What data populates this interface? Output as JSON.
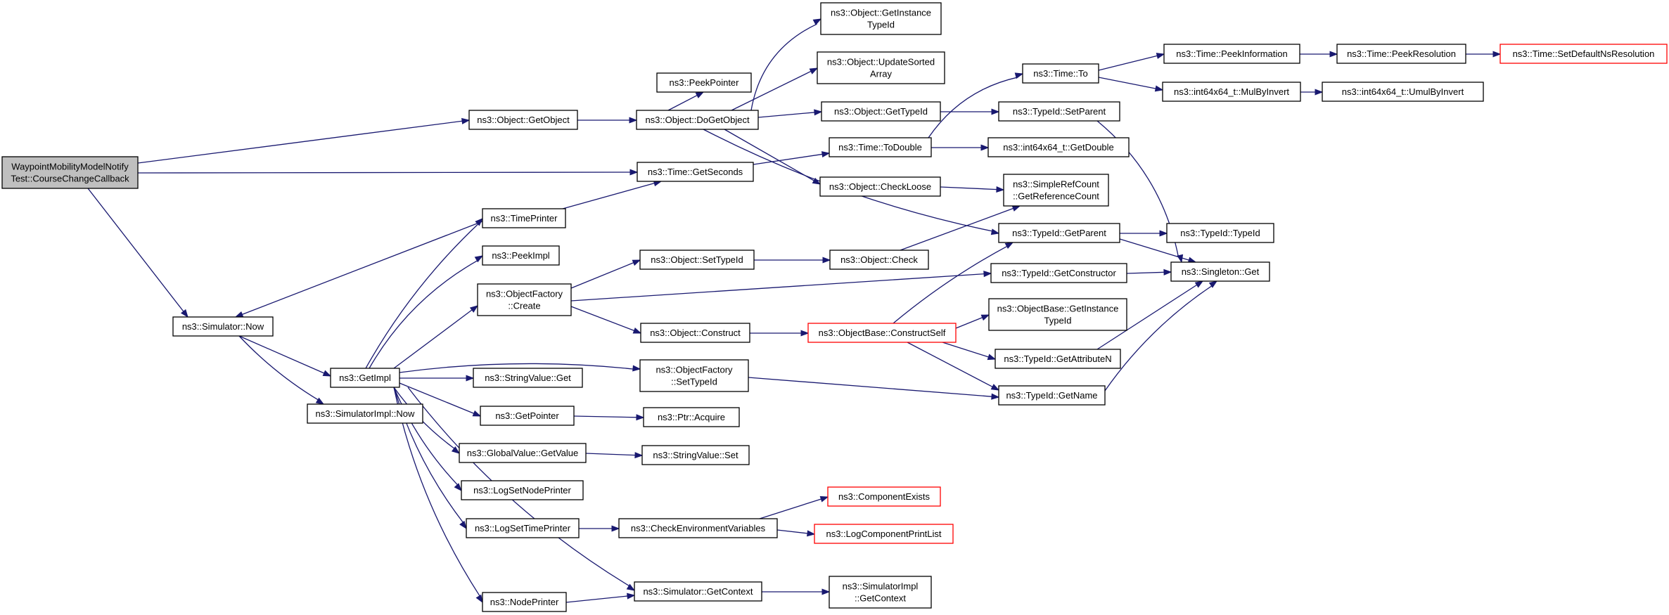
{
  "graph": {
    "nodes": [
      {
        "id": "root",
        "lines": [
          "WaypointMobilityModelNotify",
          "Test::CourseChangeCallback"
        ],
        "style": "root"
      },
      {
        "id": "getobject",
        "lines": [
          "ns3::Object::GetObject"
        ]
      },
      {
        "id": "timegetseconds",
        "lines": [
          "ns3::Time::GetSeconds"
        ]
      },
      {
        "id": "simnow",
        "lines": [
          "ns3::Simulator::Now"
        ]
      },
      {
        "id": "peekpointer",
        "lines": [
          "ns3::PeekPointer"
        ]
      },
      {
        "id": "dogetobject",
        "lines": [
          "ns3::Object::DoGetObject"
        ]
      },
      {
        "id": "getinstancetypeid",
        "lines": [
          "ns3::Object::GetInstance",
          "TypeId"
        ]
      },
      {
        "id": "updatesorted",
        "lines": [
          "ns3::Object::UpdateSorted",
          "Array"
        ]
      },
      {
        "id": "objgettypeid",
        "lines": [
          "ns3::Object::GetTypeId"
        ]
      },
      {
        "id": "timetodouble",
        "lines": [
          "ns3::Time::ToDouble"
        ]
      },
      {
        "id": "checkloose",
        "lines": [
          "ns3::Object::CheckLoose"
        ]
      },
      {
        "id": "timeto",
        "lines": [
          "ns3::Time::To"
        ]
      },
      {
        "id": "setparent",
        "lines": [
          "ns3::TypeId::SetParent"
        ]
      },
      {
        "id": "int64getdouble",
        "lines": [
          "ns3::int64x64_t::GetDouble"
        ]
      },
      {
        "id": "simplerefcount",
        "lines": [
          "ns3::SimpleRefCount",
          "::GetReferenceCount"
        ]
      },
      {
        "id": "peekinformation",
        "lines": [
          "ns3::Time::PeekInformation"
        ]
      },
      {
        "id": "mulbyinvert",
        "lines": [
          "ns3::int64x64_t::MulByInvert"
        ]
      },
      {
        "id": "peekresolution",
        "lines": [
          "ns3::Time::PeekResolution"
        ]
      },
      {
        "id": "umulbyinvert",
        "lines": [
          "ns3::int64x64_t::UmulByInvert"
        ]
      },
      {
        "id": "setdefaultns",
        "lines": [
          "ns3::Time::SetDefaultNsResolution"
        ],
        "style": "red"
      },
      {
        "id": "timeprinter",
        "lines": [
          "ns3::TimePrinter"
        ]
      },
      {
        "id": "getimpl",
        "lines": [
          "ns3::GetImpl"
        ]
      },
      {
        "id": "simimplnow",
        "lines": [
          "ns3::SimulatorImpl::Now"
        ]
      },
      {
        "id": "peekimpl",
        "lines": [
          "ns3::PeekImpl"
        ]
      },
      {
        "id": "ofcreate",
        "lines": [
          "ns3::ObjectFactory",
          "::Create"
        ]
      },
      {
        "id": "objsettypeid",
        "lines": [
          "ns3::Object::SetTypeId"
        ]
      },
      {
        "id": "objcheck",
        "lines": [
          "ns3::Object::Check"
        ]
      },
      {
        "id": "objconstruct",
        "lines": [
          "ns3::Object::Construct"
        ]
      },
      {
        "id": "constructself",
        "lines": [
          "ns3::ObjectBase::ConstructSelf"
        ],
        "style": "red"
      },
      {
        "id": "typeidgetparent",
        "lines": [
          "ns3::TypeId::GetParent"
        ]
      },
      {
        "id": "typeidtypeid",
        "lines": [
          "ns3::TypeId::TypeId"
        ]
      },
      {
        "id": "singletonget",
        "lines": [
          "ns3::Singleton::Get"
        ]
      },
      {
        "id": "getconstructor",
        "lines": [
          "ns3::TypeId::GetConstructor"
        ]
      },
      {
        "id": "objbasegetinstance",
        "lines": [
          "ns3::ObjectBase::GetInstance",
          "TypeId"
        ]
      },
      {
        "id": "getattributen",
        "lines": [
          "ns3::TypeId::GetAttributeN"
        ]
      },
      {
        "id": "ofsettypeid",
        "lines": [
          "ns3::ObjectFactory",
          "::SetTypeId"
        ]
      },
      {
        "id": "typeidgetname",
        "lines": [
          "ns3::TypeId::GetName"
        ]
      },
      {
        "id": "stringvalueget",
        "lines": [
          "ns3::StringValue::Get"
        ]
      },
      {
        "id": "getpointer",
        "lines": [
          "ns3::GetPointer"
        ]
      },
      {
        "id": "ptracquire",
        "lines": [
          "ns3::Ptr::Acquire"
        ]
      },
      {
        "id": "globalgetvalue",
        "lines": [
          "ns3::GlobalValue::GetValue"
        ]
      },
      {
        "id": "stringvalueset",
        "lines": [
          "ns3::StringValue::Set"
        ]
      },
      {
        "id": "logsetnodeprinter",
        "lines": [
          "ns3::LogSetNodePrinter"
        ]
      },
      {
        "id": "logsettimeprinter",
        "lines": [
          "ns3::LogSetTimePrinter"
        ]
      },
      {
        "id": "checkenv",
        "lines": [
          "ns3::CheckEnvironmentVariables"
        ]
      },
      {
        "id": "componentexists",
        "lines": [
          "ns3::ComponentExists"
        ],
        "style": "red"
      },
      {
        "id": "logcomponentprintlist",
        "lines": [
          "ns3::LogComponentPrintList"
        ],
        "style": "red"
      },
      {
        "id": "nodeprinter",
        "lines": [
          "ns3::NodePrinter"
        ]
      },
      {
        "id": "simgetcontext",
        "lines": [
          "ns3::Simulator::GetContext"
        ]
      },
      {
        "id": "simimplgetcontext",
        "lines": [
          "ns3::SimulatorImpl",
          "::GetContext"
        ]
      }
    ],
    "edges": [
      [
        "root",
        "getobject"
      ],
      [
        "root",
        "timegetseconds"
      ],
      [
        "root",
        "simnow"
      ],
      [
        "getobject",
        "dogetobject"
      ],
      [
        "dogetobject",
        "peekpointer"
      ],
      [
        "dogetobject",
        "getinstancetypeid"
      ],
      [
        "dogetobject",
        "updatesorted"
      ],
      [
        "dogetobject",
        "objgettypeid"
      ],
      [
        "dogetobject",
        "checkloose"
      ],
      [
        "dogetobject",
        "typeidgetparent"
      ],
      [
        "objgettypeid",
        "setparent"
      ],
      [
        "setparent",
        "singletonget"
      ],
      [
        "timegetseconds",
        "timetodouble"
      ],
      [
        "timetodouble",
        "timeto"
      ],
      [
        "timetodouble",
        "int64getdouble"
      ],
      [
        "timeto",
        "peekinformation"
      ],
      [
        "timeto",
        "mulbyinvert"
      ],
      [
        "peekinformation",
        "peekresolution"
      ],
      [
        "peekresolution",
        "setdefaultns"
      ],
      [
        "mulbyinvert",
        "umulbyinvert"
      ],
      [
        "checkloose",
        "simplerefcount"
      ],
      [
        "simnow",
        "getimpl"
      ],
      [
        "simnow",
        "simimplnow"
      ],
      [
        "timeprinter",
        "simnow"
      ],
      [
        "timeprinter",
        "timegetseconds"
      ],
      [
        "getimpl",
        "timeprinter"
      ],
      [
        "getimpl",
        "peekimpl"
      ],
      [
        "getimpl",
        "ofcreate"
      ],
      [
        "getimpl",
        "stringvalueget"
      ],
      [
        "getimpl",
        "getpointer"
      ],
      [
        "getimpl",
        "globalgetvalue"
      ],
      [
        "getimpl",
        "logsetnodeprinter"
      ],
      [
        "getimpl",
        "logsettimeprinter"
      ],
      [
        "getimpl",
        "nodeprinter"
      ],
      [
        "getimpl",
        "simgetcontext"
      ],
      [
        "getimpl",
        "ofsettypeid"
      ],
      [
        "ofcreate",
        "objsettypeid"
      ],
      [
        "ofcreate",
        "getconstructor"
      ],
      [
        "ofcreate",
        "objconstruct"
      ],
      [
        "objsettypeid",
        "objcheck"
      ],
      [
        "objcheck",
        "simplerefcount"
      ],
      [
        "objconstruct",
        "constructself"
      ],
      [
        "constructself",
        "typeidgetparent"
      ],
      [
        "constructself",
        "objbasegetinstance"
      ],
      [
        "constructself",
        "getattributen"
      ],
      [
        "constructself",
        "typeidgetname"
      ],
      [
        "typeidgetparent",
        "typeidtypeid"
      ],
      [
        "typeidgetparent",
        "singletonget"
      ],
      [
        "getconstructor",
        "singletonget"
      ],
      [
        "getattributen",
        "singletonget"
      ],
      [
        "typeidgetname",
        "singletonget"
      ],
      [
        "ofsettypeid",
        "typeidgetname"
      ],
      [
        "getpointer",
        "ptracquire"
      ],
      [
        "globalgetvalue",
        "stringvalueset"
      ],
      [
        "logsettimeprinter",
        "checkenv"
      ],
      [
        "checkenv",
        "componentexists"
      ],
      [
        "checkenv",
        "logcomponentprintlist"
      ],
      [
        "simgetcontext",
        "simimplgetcontext"
      ],
      [
        "nodeprinter",
        "simgetcontext"
      ]
    ],
    "colors": {
      "edge": "#191970",
      "node_border": "#000000",
      "node_fill": "#ffffff",
      "root_fill": "#bfbfbf",
      "red_border": "#ff0000"
    }
  }
}
